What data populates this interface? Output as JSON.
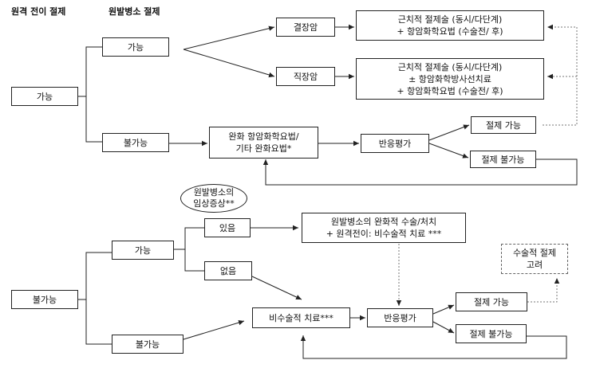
{
  "headers": {
    "col1": "원격 전이 절제",
    "col2": "원발병소 절제"
  },
  "top": {
    "resectable": "가능",
    "primary_possible": "가능",
    "primary_impossible": "불가능",
    "colon_cancer": "결장암",
    "rectal_cancer": "직장암",
    "colon_treatment": [
      "근치적 절제술 (동시/다단계)",
      "+ 항암화학요법 (수술전/ 후)"
    ],
    "rectal_treatment": [
      "근치적 절제술 (동시/다단계)",
      "± 항암화학방사선치료",
      "+ 항암화학요법 (수술전/ 후)"
    ],
    "palliative_chemo": [
      "완화 항암화학요법/",
      "기타 완화요법*"
    ],
    "response_eval": "반응평가",
    "resectable_after": "절제 가능",
    "unresectable_after": "절제 불가능"
  },
  "bottom": {
    "unresectable": "불가능",
    "symptom_question": [
      "원발병소의",
      "임상증상**"
    ],
    "primary_possible": "가능",
    "primary_impossible": "불가능",
    "yes": "있음",
    "no": "없음",
    "palliative_surgery": [
      "원발병소의 완화적 수술/처치",
      "+ 원격전이: 비수술적 치료 ***"
    ],
    "nonsurgical": "비수술적 치료***",
    "response_eval": "반응평가",
    "resectable_after": "절제 가능",
    "unresectable_after": "절제 불가능",
    "consider_surgery": [
      "수술적 절제",
      "고려"
    ]
  },
  "colors": {
    "line": "#222222",
    "dotted": "#777777"
  }
}
